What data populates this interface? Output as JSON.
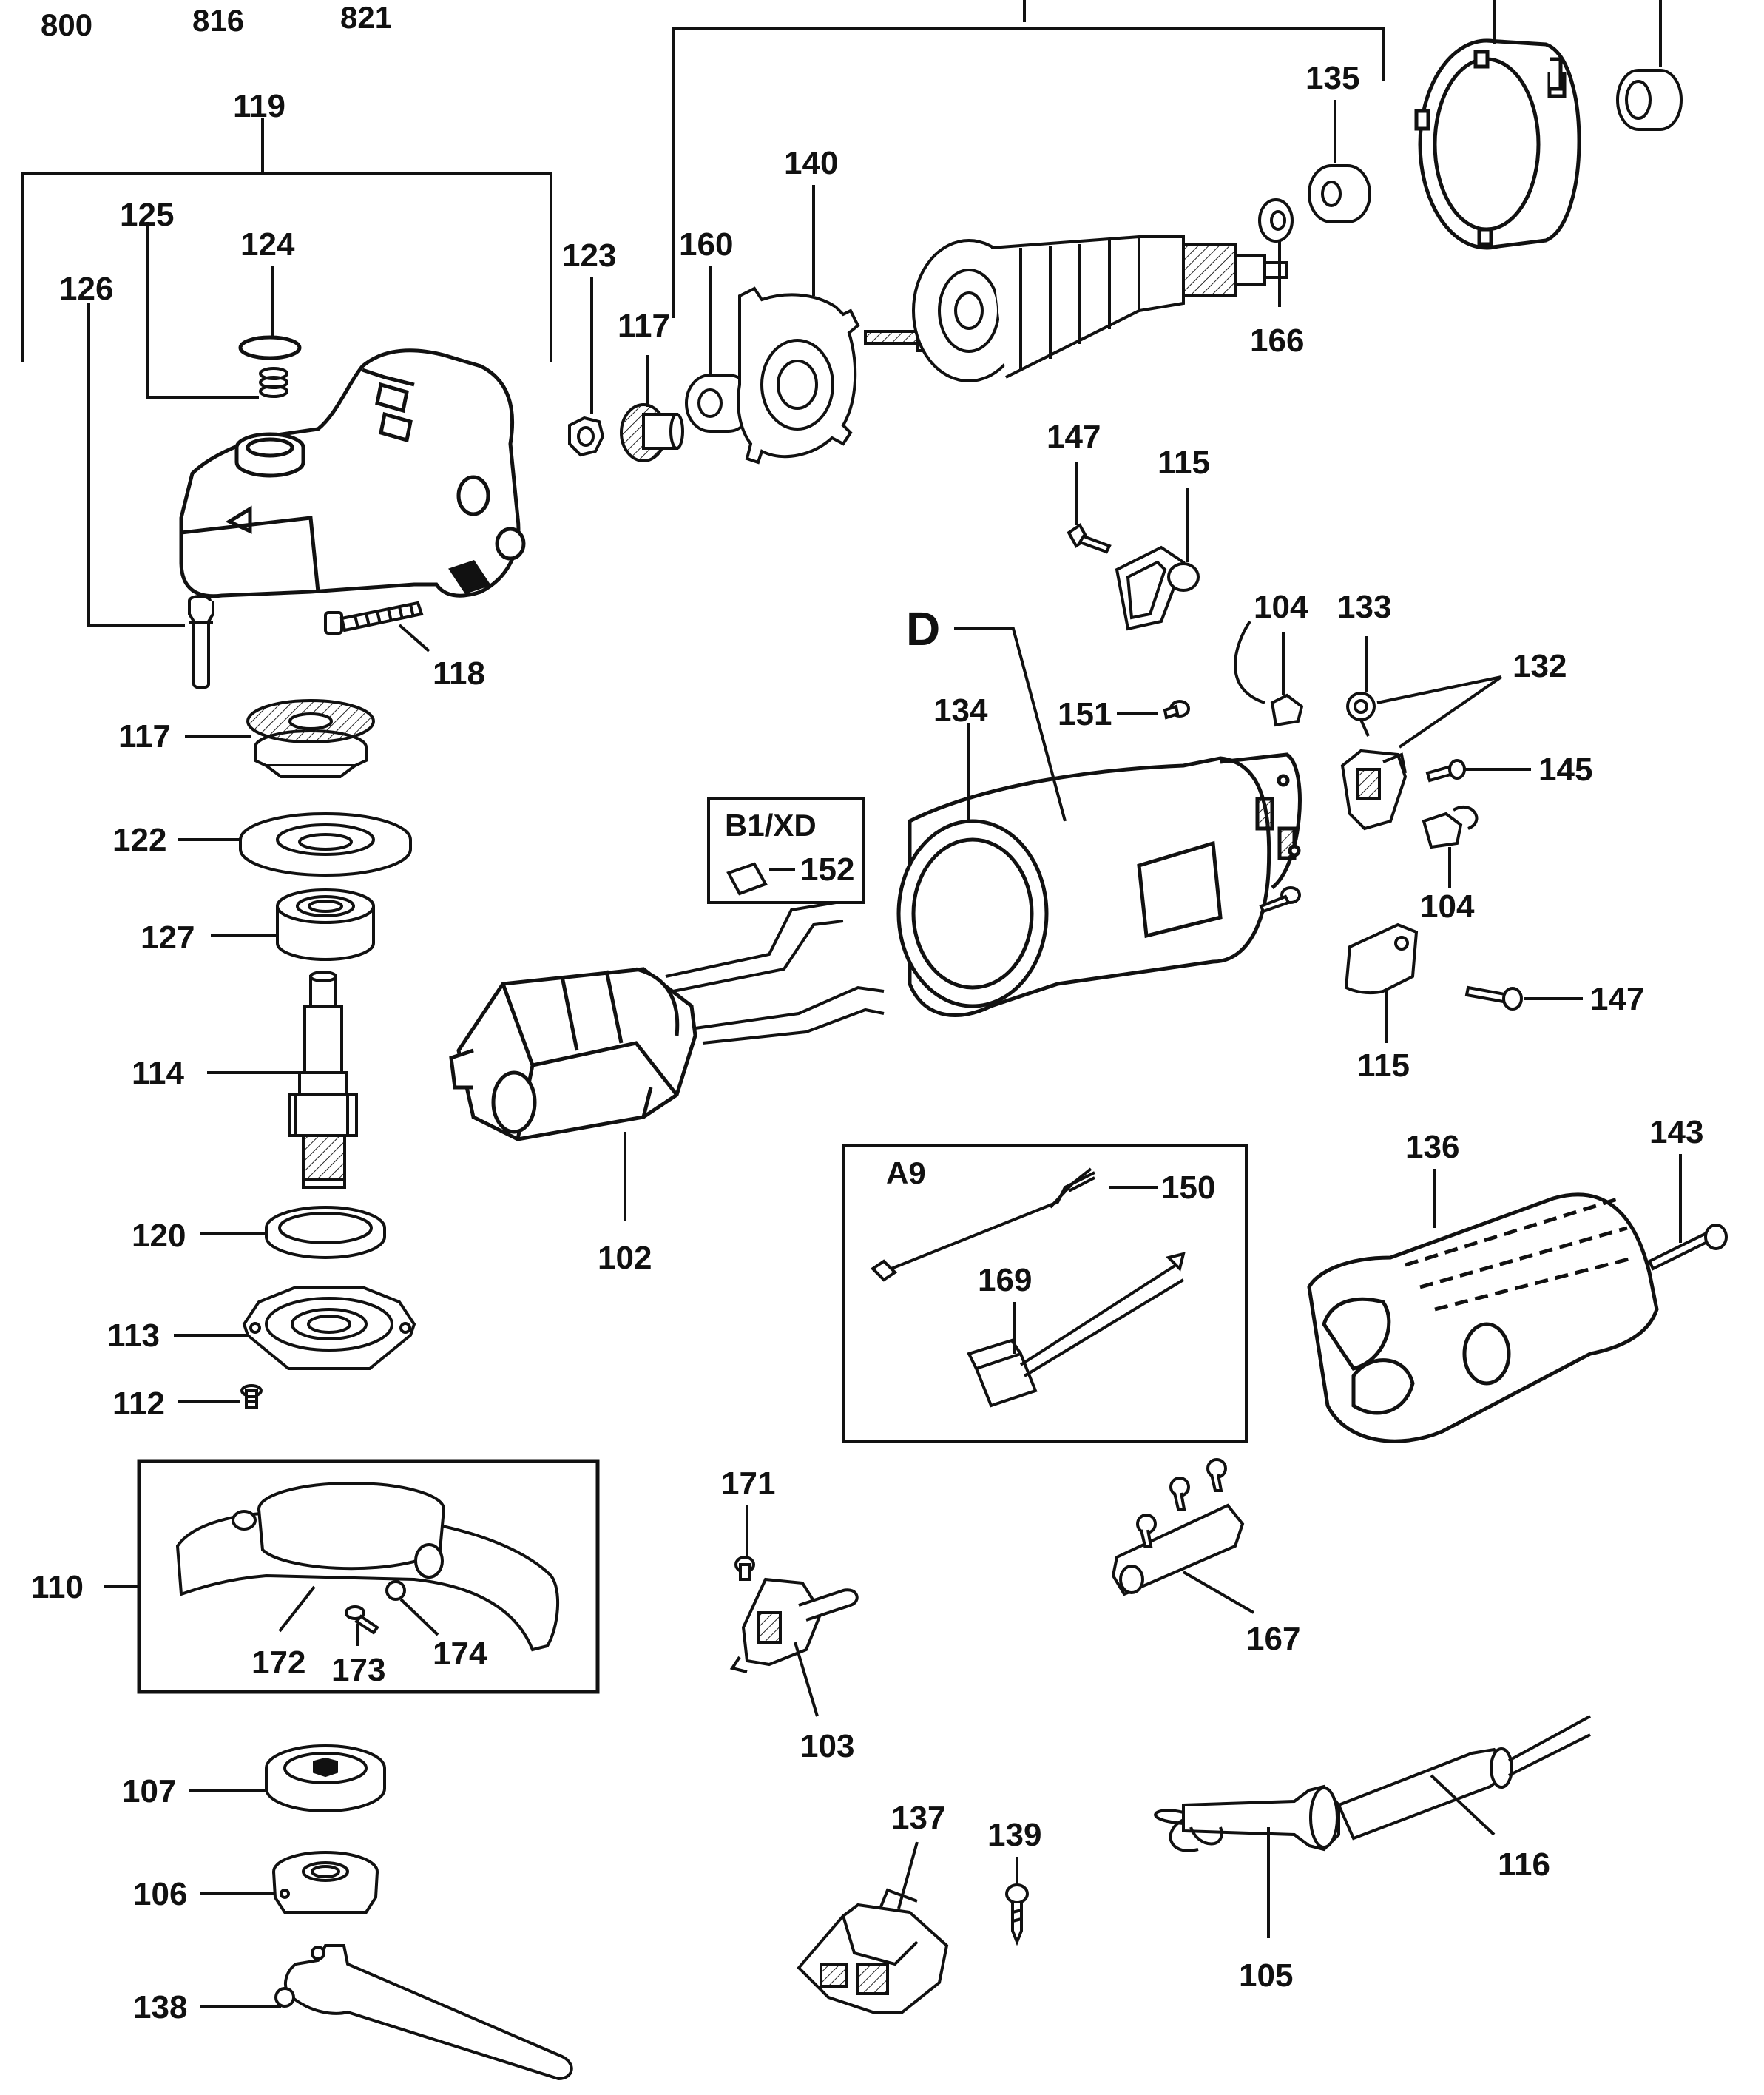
{
  "header_codes": [
    "800",
    "816",
    "821"
  ],
  "labels": {
    "l119": "119",
    "l125": "125",
    "l124": "124",
    "l126": "126",
    "l123": "123",
    "l117a": "117",
    "l160": "160",
    "l140": "140",
    "l135": "135",
    "l166": "166",
    "l147a": "147",
    "l115a": "115",
    "l118": "118",
    "l117b": "117",
    "l122": "122",
    "l127": "127",
    "l114": "114",
    "l120": "120",
    "l113": "113",
    "l112": "112",
    "l110": "110",
    "l172": "172",
    "l173": "173",
    "l174": "174",
    "l107": "107",
    "l106": "106",
    "l138": "138",
    "lD": "D",
    "l104a": "104",
    "l133": "133",
    "l132": "132",
    "l134": "134",
    "l151": "151",
    "l145": "145",
    "l104b": "104",
    "l147b": "147",
    "l115b": "115",
    "l152": "152",
    "l102": "102",
    "l150": "150",
    "l169": "169",
    "l136": "136",
    "l143": "143",
    "l171": "171",
    "l103": "103",
    "l167": "167",
    "l137": "137",
    "l139": "139",
    "l116": "116",
    "l105": "105"
  },
  "boxes": {
    "b1xd": "B1/XD",
    "a9": "A9"
  }
}
